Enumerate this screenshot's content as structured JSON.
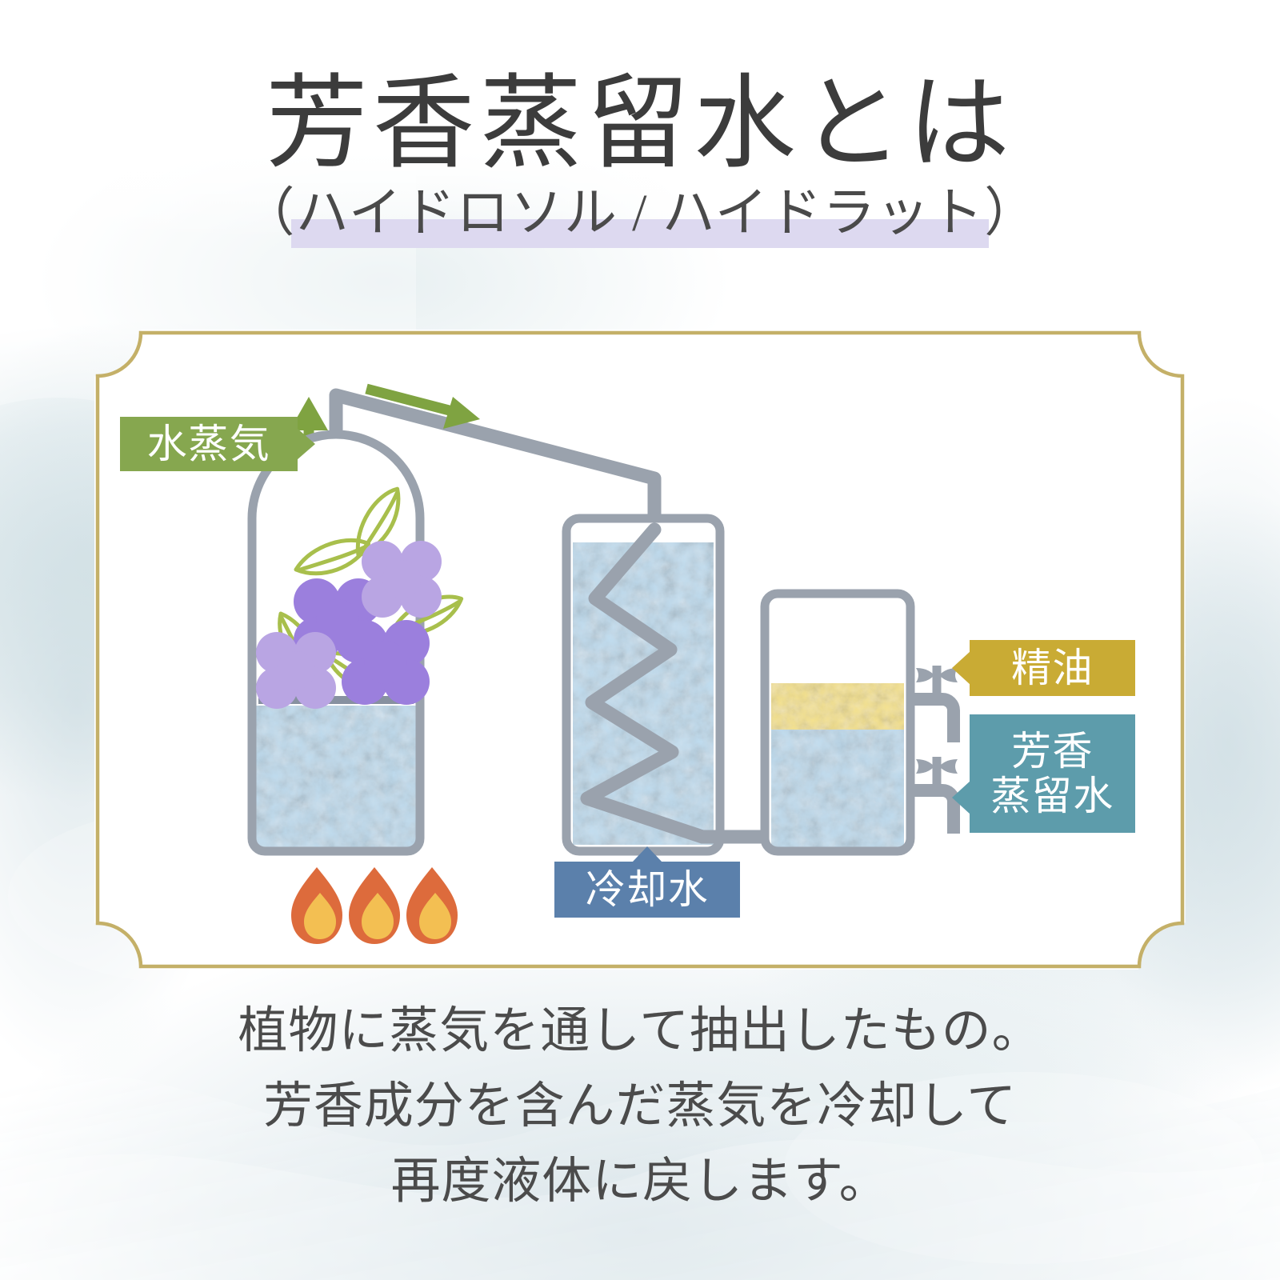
{
  "page": {
    "title_main": "芳香蒸留水とは",
    "subtitle": "（ハイドロソル / ハイドラット）"
  },
  "colors": {
    "title_text": "#3c3c3c",
    "subtitle_highlight": "#ddd9f0",
    "frame_gold": "#c4b068",
    "steam_green": "#86a74f",
    "arrow_green": "#7fa341",
    "oil_gold": "#c9ab34",
    "hydrosol_teal": "#5d9cab",
    "cooling_blue": "#5b80ab",
    "glass_gray": "#9aa2ad",
    "water_blue": "#bfdcef",
    "oil_yellow": "#f5e28b",
    "flower_purple": "#9b7fdd",
    "flower_purple_light": "#b9a5e3",
    "leaf_green": "#a8bf4c",
    "flame_outer": "#dd6b3c",
    "flame_inner": "#f3bf52",
    "body_text": "#4b4b4b"
  },
  "diagram": {
    "labels": {
      "steam": "水蒸気",
      "cooling_water": "冷却水",
      "essential_oil": "精油",
      "hydrosol_line1": "芳香",
      "hydrosol_line2": "蒸留水"
    },
    "vessels": {
      "still": {
        "name": "still-flask",
        "contents": "flowers-leaves-and-water"
      },
      "condenser": {
        "name": "condenser-tank",
        "contents": "cooling-water-with-coil"
      },
      "receiver": {
        "name": "receiver-jar",
        "contents": "oil-layer-over-hydrosol"
      }
    },
    "heat_source": {
      "name": "burner-flames",
      "count": 3
    },
    "flow_arrows": [
      "up",
      "right"
    ]
  },
  "body": {
    "lines": [
      "植物に蒸気を通して抽出したもの。",
      "芳香成分を含んだ蒸気を冷却して",
      "再度液体に戻します。"
    ]
  }
}
